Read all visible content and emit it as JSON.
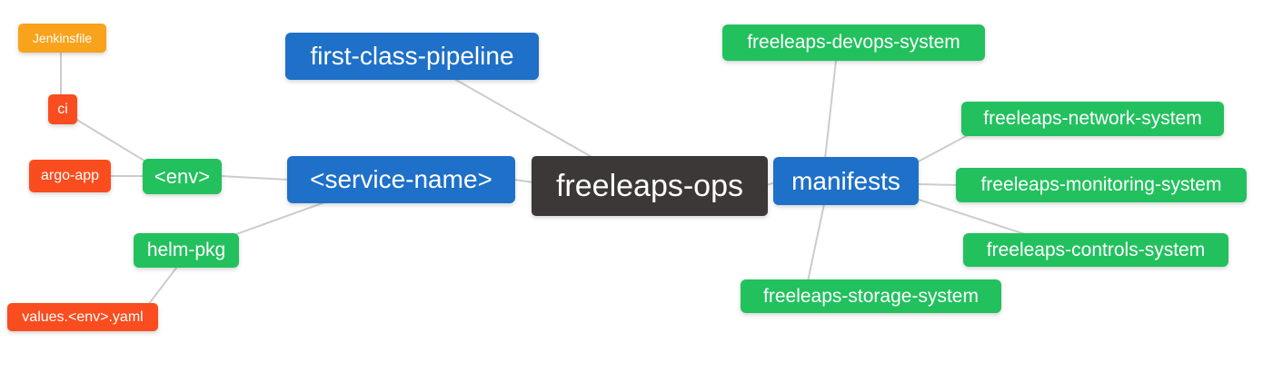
{
  "colors": {
    "root_dark": "#3B3837",
    "branch_blue": "#1E70C8",
    "green": "#22C15E",
    "orange": "#F9A21B",
    "red": "#F94D1F",
    "edge_gray": "#CCCCCC",
    "text_white": "#FFFFFF",
    "background": "#FFFFFF"
  },
  "nodes": [
    {
      "id": "jenkinsfile",
      "label": "Jenkinsfile",
      "color": "orange"
    },
    {
      "id": "ci",
      "label": "ci",
      "color": "red"
    },
    {
      "id": "argo-app",
      "label": "argo-app",
      "color": "red"
    },
    {
      "id": "env",
      "label": "<env>",
      "color": "green"
    },
    {
      "id": "helm-pkg",
      "label": "helm-pkg",
      "color": "green"
    },
    {
      "id": "values-env-yaml",
      "label": "values.<env>.yaml",
      "color": "red"
    },
    {
      "id": "first-class-pipeline",
      "label": "first-class-pipeline",
      "color": "blue"
    },
    {
      "id": "service-name",
      "label": "<service-name>",
      "color": "blue"
    },
    {
      "id": "freeleaps-ops",
      "label": "freeleaps-ops",
      "color": "dark"
    },
    {
      "id": "manifests",
      "label": "manifests",
      "color": "blue"
    },
    {
      "id": "devops-system",
      "label": "freeleaps-devops-system",
      "color": "green"
    },
    {
      "id": "network-system",
      "label": "freeleaps-network-system",
      "color": "green"
    },
    {
      "id": "monitoring-system",
      "label": "freeleaps-monitoring-system",
      "color": "green"
    },
    {
      "id": "controls-system",
      "label": "freeleaps-controls-system",
      "color": "green"
    },
    {
      "id": "storage-system",
      "label": "freeleaps-storage-system",
      "color": "green"
    }
  ],
  "edges": [
    {
      "from": "Jenkinsfile",
      "to": "ci"
    },
    {
      "from": "ci",
      "to": "<env>"
    },
    {
      "from": "argo-app",
      "to": "<env>"
    },
    {
      "from": "<env>",
      "to": "<service-name>"
    },
    {
      "from": "<service-name>",
      "to": "helm-pkg"
    },
    {
      "from": "helm-pkg",
      "to": "values.<env>.yaml"
    },
    {
      "from": "first-class-pipeline",
      "to": "freeleaps-ops"
    },
    {
      "from": "<service-name>",
      "to": "freeleaps-ops"
    },
    {
      "from": "freeleaps-ops",
      "to": "manifests"
    },
    {
      "from": "manifests",
      "to": "freeleaps-devops-system"
    },
    {
      "from": "manifests",
      "to": "freeleaps-network-system"
    },
    {
      "from": "manifests",
      "to": "freeleaps-monitoring-system"
    },
    {
      "from": "manifests",
      "to": "freeleaps-controls-system"
    },
    {
      "from": "manifests",
      "to": "freeleaps-storage-system"
    }
  ]
}
